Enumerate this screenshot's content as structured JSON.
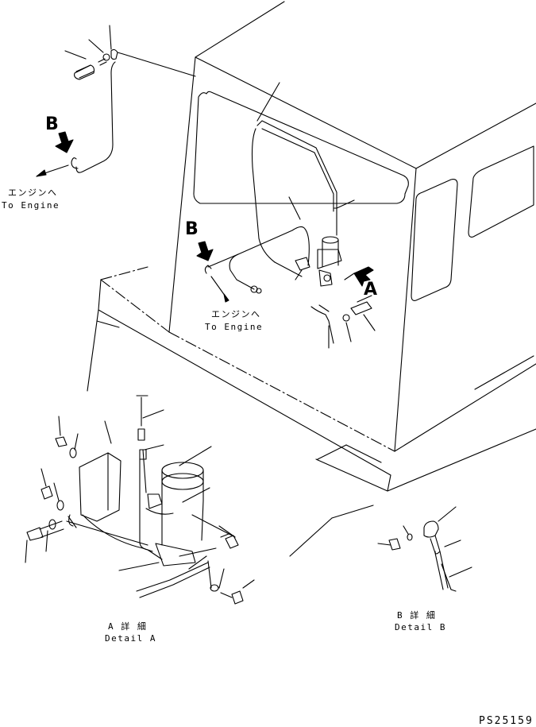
{
  "labels": {
    "view_b_top": "B",
    "view_b_mid": "B",
    "view_a": "A",
    "to_engine_jp_1": "エンジンへ",
    "to_engine_en_1": "To Engine",
    "to_engine_jp_2": "エンジンへ",
    "to_engine_en_2": "To Engine",
    "detail_a_jp": "A 詳 細",
    "detail_a_en": "Detail A",
    "detail_b_jp": "B 詳 細",
    "detail_b_en": "Detail B",
    "drawing_number": "PS25159"
  }
}
